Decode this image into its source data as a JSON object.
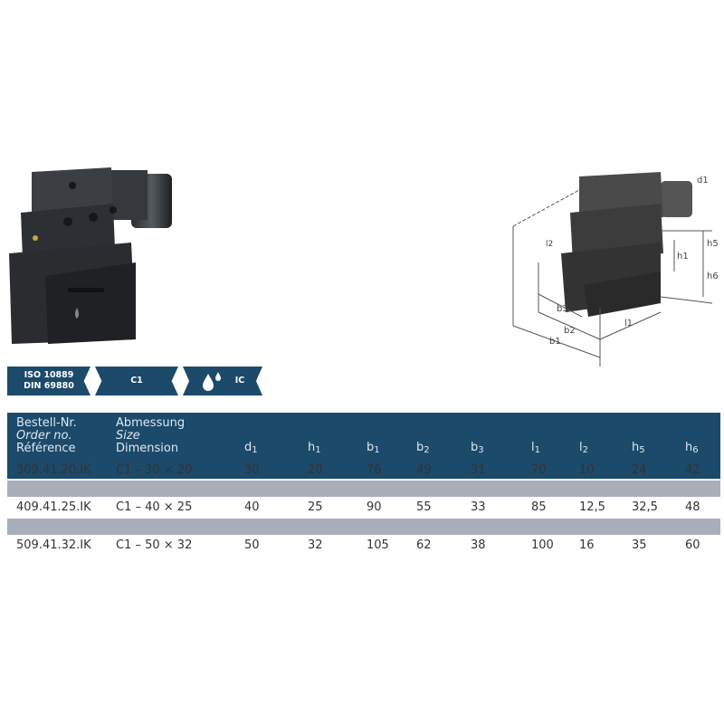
{
  "badges": {
    "standard_line1": "ISO 10889",
    "standard_line2": "DIN 69880",
    "form": "C1",
    "coolant": "IC",
    "coolant_icon": "coolant-drops-icon"
  },
  "diagram": {
    "labels": {
      "d1": "d1",
      "h5": "h5",
      "h1": "h1",
      "h6": "h6",
      "l2": "l2",
      "b3": "b3",
      "b2": "b2",
      "b1": "b1",
      "l1": "l1"
    }
  },
  "table": {
    "header": {
      "order_de": "Bestell-Nr.",
      "order_en": "Order no.",
      "order_fr": "Référence",
      "size_de": "Abmessung",
      "size_en": "Size",
      "size_fr": "Dimension",
      "dims": [
        {
          "base": "d",
          "sub": "1"
        },
        {
          "base": "h",
          "sub": "1"
        },
        {
          "base": "b",
          "sub": "1"
        },
        {
          "base": "b",
          "sub": "2"
        },
        {
          "base": "b",
          "sub": "3"
        },
        {
          "base": "l",
          "sub": "1"
        },
        {
          "base": "l",
          "sub": "2"
        },
        {
          "base": "h",
          "sub": "5"
        },
        {
          "base": "h",
          "sub": "6"
        }
      ]
    },
    "rows": [
      {
        "order": "309.41.20.IK",
        "size": "C1 – 30 × 20",
        "values": [
          "30",
          "20",
          "76",
          "49",
          "31",
          "70",
          "10",
          "24",
          "42"
        ]
      },
      {
        "order": "409.41.25.IK",
        "size": "C1 – 40 × 25",
        "values": [
          "40",
          "25",
          "90",
          "55",
          "33",
          "85",
          "12,5",
          "32,5",
          "48"
        ]
      },
      {
        "order": "509.41.32.IK",
        "size": "C1 – 50 × 32",
        "values": [
          "50",
          "32",
          "105",
          "62",
          "38",
          "100",
          "16",
          "35",
          "60"
        ]
      }
    ]
  },
  "colors": {
    "header": "#1b4a6b",
    "band": "#a9aebb"
  }
}
